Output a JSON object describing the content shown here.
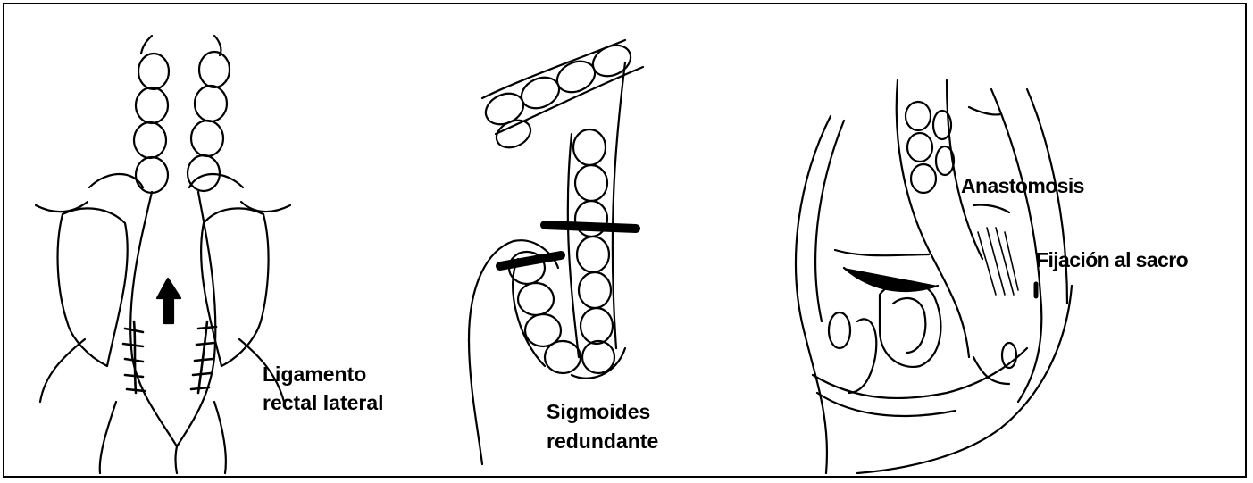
{
  "labels": {
    "ligamento": "Ligamento",
    "rectal_lateral": "rectal lateral",
    "sigmoides": "Sigmoides",
    "redundante": "redundante",
    "anastomosis": "Anastomosis",
    "fijacion": "Fijación al sacro"
  },
  "colors": {
    "ink": "#000000",
    "paper": "#ffffff"
  }
}
